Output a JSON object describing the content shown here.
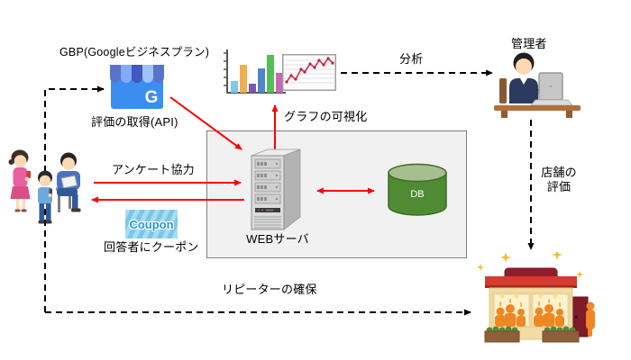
{
  "labels": {
    "gbp": "GBP(Googleビジネスプラン)",
    "eval_api": "評価の取得(API)",
    "analysis": "分析",
    "admin": "管理者",
    "store_eval_1": "店舗の",
    "store_eval_2": "評価",
    "graph_viz": "グラフの可視化",
    "survey": "アンケート協力",
    "coupon_logo": "Coupon",
    "coupon_note": "回答者にクーポン",
    "web_server": "WEBサーバ",
    "db": "DB",
    "repeater": "リピーターの確保",
    "google_g": "G"
  },
  "colors": {
    "arrow_red": "#FF0000",
    "arrow_black": "#000000",
    "system_box_fill": "#F1F1F1",
    "system_box_border": "#7F7F7F",
    "google_blue": "#3C8DF0",
    "awning_dark": "#4158BE",
    "awning_light": "#9FC2F8",
    "db_green": "#4E8B33",
    "db_top_green": "#A6BF8E",
    "store_roof_red": "#D63B2F",
    "store_body_cream": "#F2DCA4",
    "coupon_blue": "#1D9BD8",
    "silhouette_orange": "#EF8722"
  }
}
